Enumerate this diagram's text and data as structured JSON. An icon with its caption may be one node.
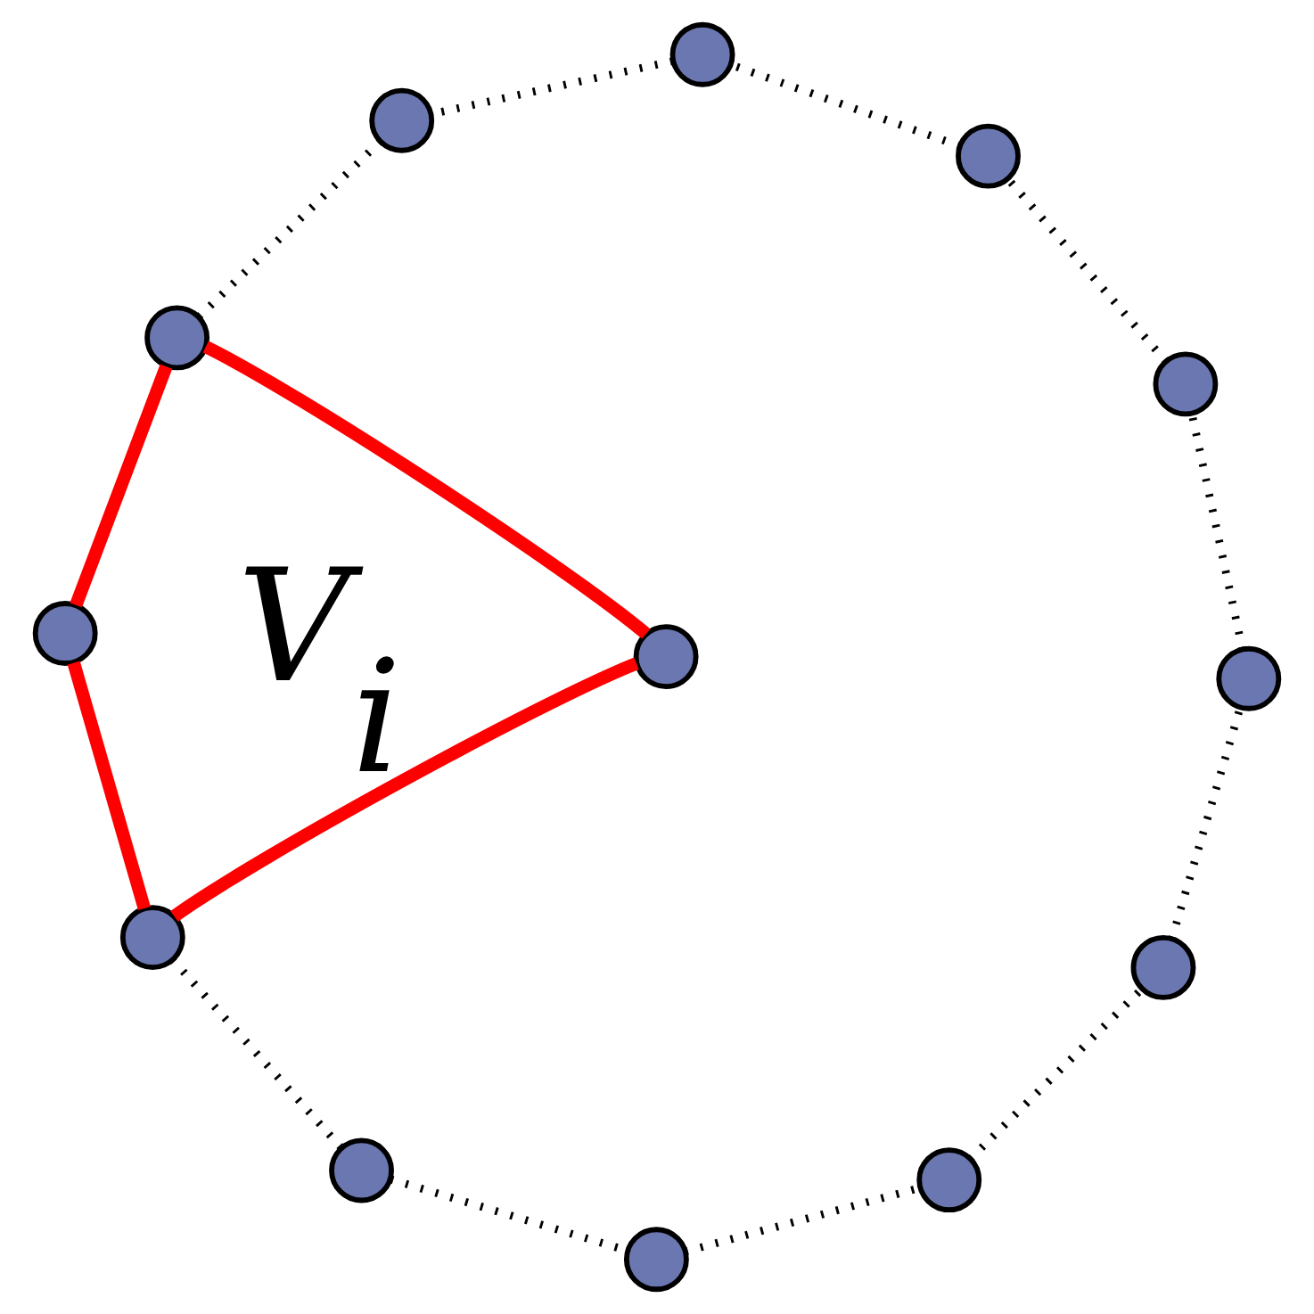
{
  "diagram": {
    "nodes": [
      {
        "text": [],
        "shape": "circle"
      },
      {
        "text": [],
        "shape": "circle"
      },
      {
        "text": [],
        "shape": "circle"
      },
      {
        "text": [],
        "shape": "circle"
      },
      {
        "text": [],
        "shape": "circle"
      },
      {
        "text": [],
        "shape": "circle"
      },
      {
        "text": [],
        "shape": "circle"
      },
      {
        "text": [],
        "shape": "circle"
      },
      {
        "text": [],
        "shape": "circle"
      },
      {
        "text": [],
        "shape": "circle"
      },
      {
        "text": [],
        "shape": "circle"
      },
      {
        "text": [],
        "shape": "circle"
      },
      {
        "text": [],
        "shape": "circle"
      }
    ],
    "edges": [
      {
        "from": 0,
        "to": 1,
        "arrow": "none",
        "color": "#ff0000"
      },
      {
        "from": 1,
        "to": 3,
        "arrow": "none",
        "color": "#ff0000"
      },
      {
        "from": 3,
        "to": 6,
        "arrow": "none",
        "color": "#ff0000"
      },
      {
        "from": 0,
        "to": 6,
        "arrow": "none",
        "color": "#ff0000"
      },
      {
        "from": 0,
        "to": 2,
        "arrow": "none",
        "style": "dashed"
      },
      {
        "from": 2,
        "to": 4,
        "arrow": "none",
        "style": "dashed"
      },
      {
        "from": 4,
        "to": 7,
        "arrow": "none",
        "style": "dashed"
      },
      {
        "from": 7,
        "to": 9,
        "arrow": "none",
        "style": "dashed"
      },
      {
        "from": 9,
        "to": 11,
        "arrow": "none",
        "style": "dashed"
      },
      {
        "from": 11,
        "to": 12,
        "arrow": "none",
        "style": "dashed"
      },
      {
        "from": 12,
        "to": 10,
        "arrow": "none",
        "style": "dashed"
      },
      {
        "from": 10,
        "to": 8,
        "arrow": "none",
        "style": "dashed"
      },
      {
        "from": 8,
        "to": 5,
        "arrow": "none",
        "style": "dashed"
      },
      {
        "from": 5,
        "to": 3,
        "arrow": "none",
        "style": "dashed"
      }
    ],
    "labels": [
      "V$_{i}$"
    ]
  }
}
